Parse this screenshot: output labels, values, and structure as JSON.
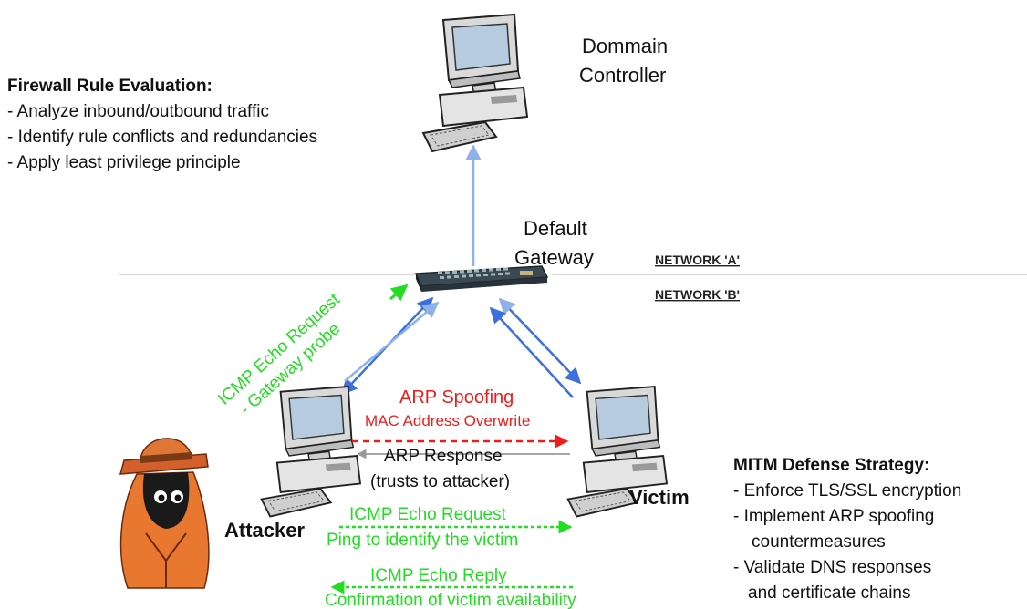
{
  "nodes": {
    "domain_controller": [
      "Dommain",
      "Controller"
    ],
    "gateway": [
      "Default",
      "Gateway"
    ],
    "attacker": "Attacker",
    "victim": "Victim"
  },
  "networks": {
    "a": "NETWORK 'A'",
    "b": "NETWORK 'B'"
  },
  "firewall_note": {
    "title": "Firewall Rule Evaluation:",
    "lines": [
      "- Analyze inbound/outbound traffic",
      "- Identify rule conflicts and redundancies",
      "- Apply least privilege principle"
    ]
  },
  "mitm_note": {
    "title": "MITM Defense Strategy:",
    "lines": [
      "- Enforce TLS/SSL encryption",
      "- Implement ARP spoofing",
      "countermeasures",
      "- Validate DNS responses",
      "and certificate chains"
    ]
  },
  "flows": {
    "gateway_probe": [
      "ICMP Echo Request",
      "- Gateway probe"
    ],
    "arp_spoofing": [
      "ARP Spoofing",
      "MAC Address Overwrite"
    ],
    "arp_response": [
      "ARP Response",
      "(trusts to attacker)"
    ],
    "echo_request": [
      "ICMP Echo Request",
      "Ping to identify the victim"
    ],
    "echo_reply": [
      "ICMP Echo Reply",
      "Confirmation of victim availability"
    ]
  },
  "colors": {
    "blue_arrow": "#3d6fe0",
    "light_blue_arrow": "#8fb1e8",
    "green": "#22dd22",
    "red": "#ee1c1c",
    "gray_arrow": "#9a9a9a"
  },
  "icons": [
    "computer-icon",
    "network-switch-icon",
    "spy-icon"
  ]
}
